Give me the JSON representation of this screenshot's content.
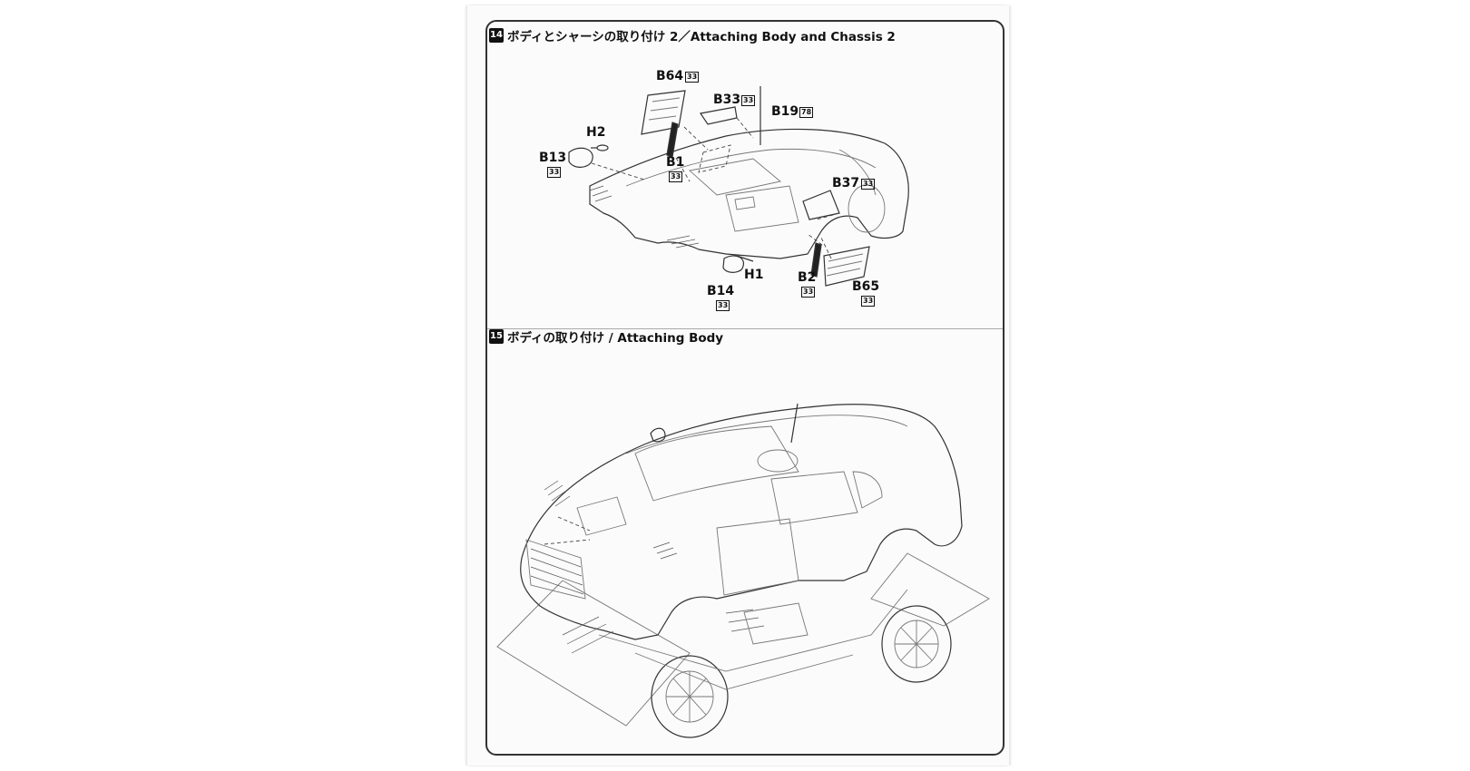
{
  "step14": {
    "number": "14",
    "title": "ボディとシャーシの取り付け 2／Attaching Body and Chassis 2"
  },
  "step15": {
    "number": "15",
    "title": "ボディの取り付け / Attaching Body"
  },
  "parts": {
    "b64": {
      "label": "B64",
      "badge": "33"
    },
    "b33": {
      "label": "B33",
      "badge": "33"
    },
    "b19": {
      "label": "B19",
      "badge": "78"
    },
    "h2": {
      "label": "H2"
    },
    "b13": {
      "label": "B13",
      "badge": "33"
    },
    "b1": {
      "label": "B1",
      "badge": "33"
    },
    "b37": {
      "label": "B37",
      "badge": "33"
    },
    "h1": {
      "label": "H1"
    },
    "b2": {
      "label": "B2",
      "badge": "33"
    },
    "b14": {
      "label": "B14",
      "badge": "33"
    },
    "b65": {
      "label": "B65",
      "badge": "33"
    }
  }
}
